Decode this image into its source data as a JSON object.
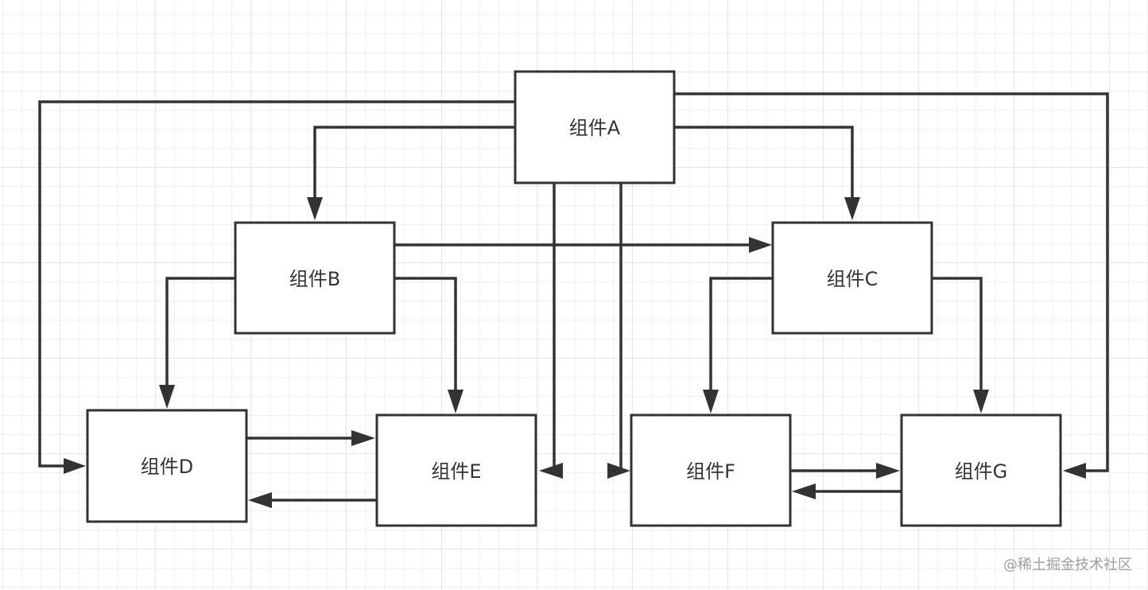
{
  "nodes": [
    {
      "id": "A",
      "label": "组件A"
    },
    {
      "id": "B",
      "label": "组件B"
    },
    {
      "id": "C",
      "label": "组件C"
    },
    {
      "id": "D",
      "label": "组件D"
    },
    {
      "id": "E",
      "label": "组件E"
    },
    {
      "id": "F",
      "label": "组件F"
    },
    {
      "id": "G",
      "label": "组件G"
    }
  ],
  "edges": [
    {
      "from": "A",
      "to": "B"
    },
    {
      "from": "A",
      "to": "C"
    },
    {
      "from": "A",
      "to": "D"
    },
    {
      "from": "A",
      "to": "E"
    },
    {
      "from": "A",
      "to": "F"
    },
    {
      "from": "A",
      "to": "G"
    },
    {
      "from": "B",
      "to": "C"
    },
    {
      "from": "B",
      "to": "D"
    },
    {
      "from": "B",
      "to": "E"
    },
    {
      "from": "C",
      "to": "F"
    },
    {
      "from": "C",
      "to": "G"
    },
    {
      "from": "D",
      "to": "E"
    },
    {
      "from": "E",
      "to": "D"
    },
    {
      "from": "F",
      "to": "G"
    },
    {
      "from": "G",
      "to": "F"
    }
  ],
  "watermark": "@稀土掘金技术社区",
  "colors": {
    "stroke": "#333333",
    "grid": "#e6e6e6",
    "background": "#ffffff",
    "watermark": "#9e9e9e"
  }
}
